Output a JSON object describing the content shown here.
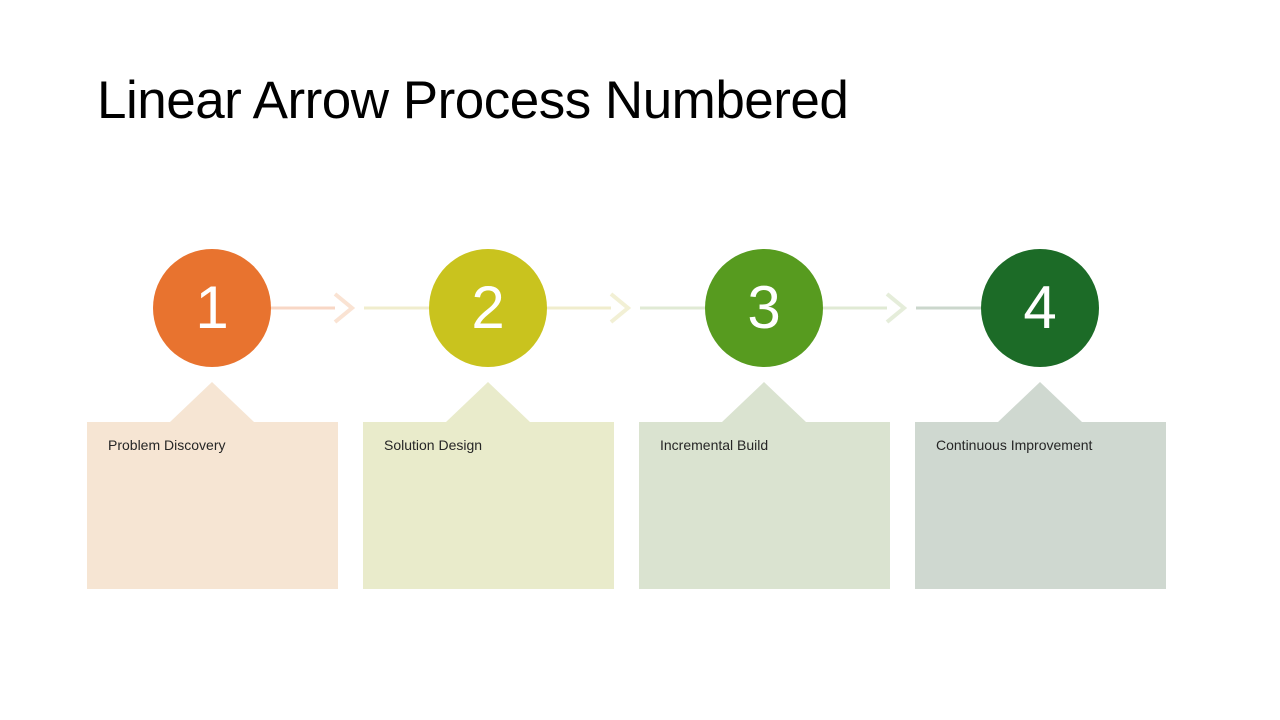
{
  "slide": {
    "title": "Linear Arrow Process Numbered",
    "background_color": "#FFFFFF",
    "title_color": "#000000"
  },
  "process": {
    "label_color": "#262626",
    "steps": [
      {
        "number": "1",
        "label": "Problem Discovery",
        "circle_color": "#E8732F",
        "number_color": "#FFFFFF",
        "card_color": "#F6E5D3",
        "line_tint": "#F8D7C5",
        "chevron_tint": "#FAE3D3"
      },
      {
        "number": "2",
        "label": "Solution Design",
        "circle_color": "#C9C31E",
        "number_color": "#FFFFFF",
        "card_color": "#E9EBCB",
        "line_tint": "#F0EDCD",
        "chevron_tint": "#F2F0D5"
      },
      {
        "number": "3",
        "label": "Incremental Build",
        "circle_color": "#579B1F",
        "number_color": "#FFFFFF",
        "card_color": "#DAE3D0",
        "line_tint": "#E0EAD4",
        "chevron_tint": "#E5EDDA"
      },
      {
        "number": "4",
        "label": "Continuous Improvement",
        "circle_color": "#1C6B27",
        "number_color": "#FFFFFF",
        "card_color": "#CFD8D0",
        "line_tint": "#CBD7CC",
        "chevron_tint": "#D4DED5"
      }
    ]
  }
}
